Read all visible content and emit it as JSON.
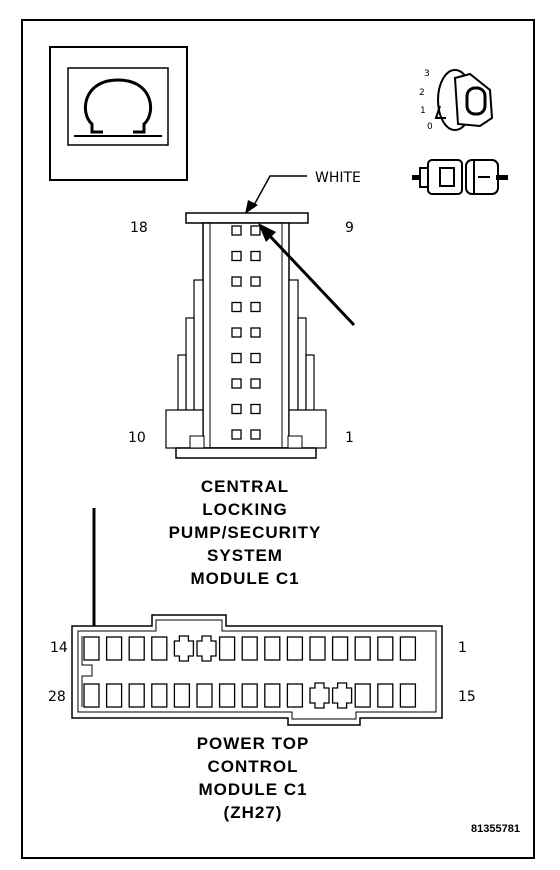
{
  "connector_a": {
    "color_label": "WHITE",
    "pin_labels": {
      "top_left": "18",
      "top_right": "9",
      "bottom_left": "10",
      "bottom_right": "1"
    },
    "title_lines": [
      "CENTRAL",
      "LOCKING",
      "PUMP/SECURITY",
      "SYSTEM",
      "MODULE C1"
    ]
  },
  "connector_b": {
    "pin_labels": {
      "top_left": "14",
      "top_right": "1",
      "bottom_left": "28",
      "bottom_right": "15"
    },
    "title_lines": [
      "POWER TOP",
      "CONTROL",
      "MODULE C1",
      "(ZH27)"
    ]
  },
  "ignition_positions": [
    "3",
    "2",
    "1",
    "0"
  ],
  "figure_id": "81355781",
  "icons": {
    "meter": "ohm-meter-icon",
    "ignition": "ignition-key-icon",
    "disconnect": "connector-disconnect-icon"
  }
}
